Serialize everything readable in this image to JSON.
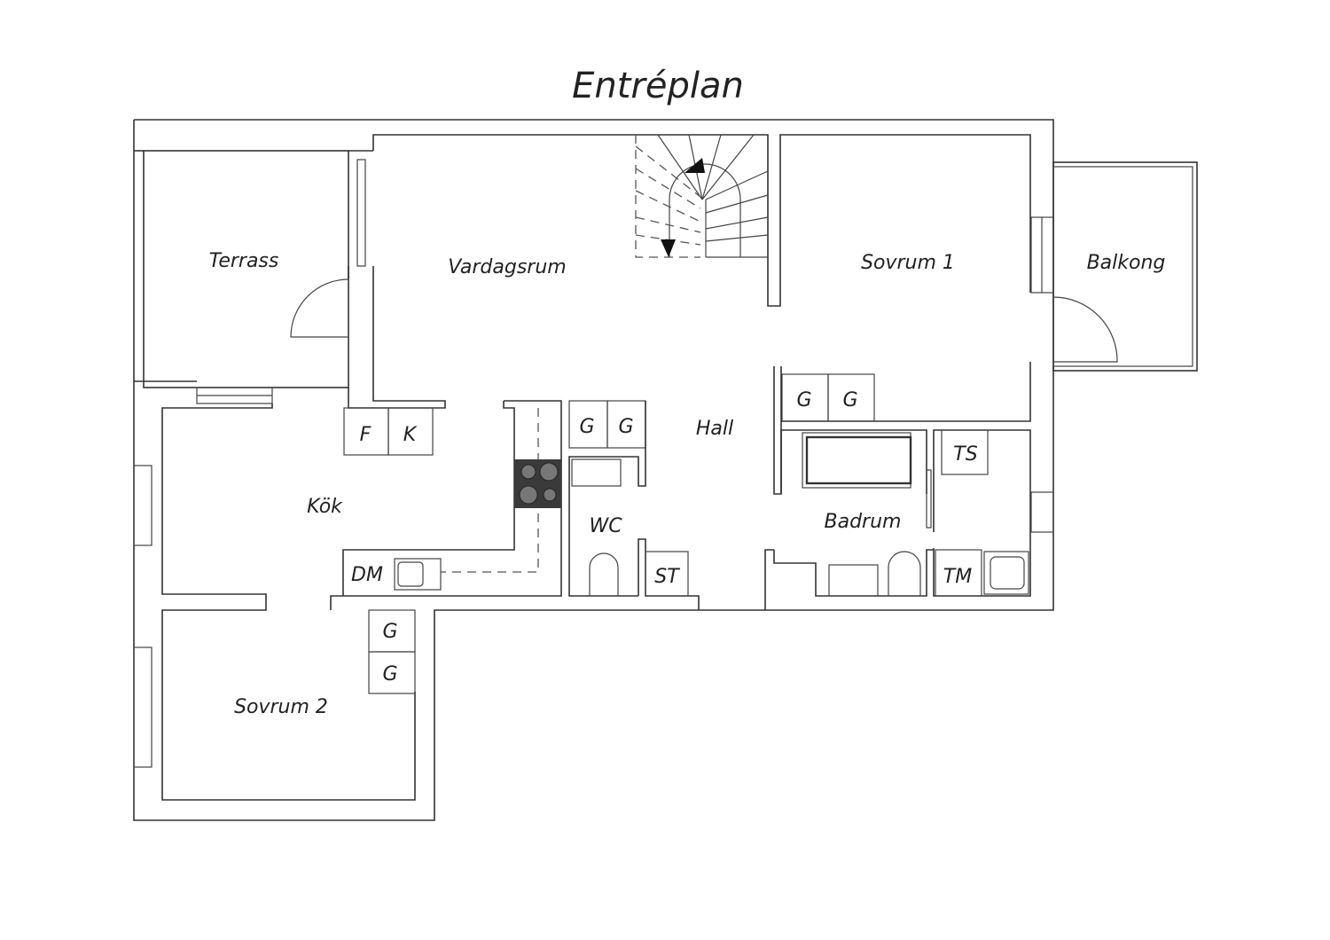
{
  "title": "Entréplan",
  "rooms": {
    "terrass": "Terrass",
    "vardagsrum": "Vardagsrum",
    "sovrum1": "Sovrum 1",
    "balkong": "Balkong",
    "hall": "Hall",
    "kok": "Kök",
    "wc": "WC",
    "badrum": "Badrum",
    "sovrum2": "Sovrum 2"
  },
  "fixtures": {
    "f": "F",
    "k": "K",
    "dm": "DM",
    "g": "G",
    "st": "ST",
    "ts": "TS",
    "tm": "TM"
  },
  "colors": {
    "stove": "#3a3a3a",
    "line": "#333333"
  }
}
